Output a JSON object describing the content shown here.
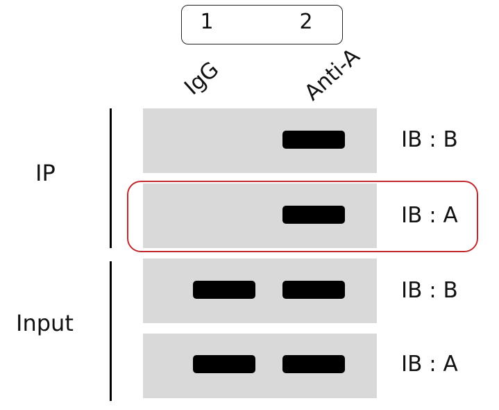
{
  "lanes": {
    "lane1": "1",
    "lane2": "2"
  },
  "columns": {
    "col1": "IgG",
    "col2": "Anti-A"
  },
  "groups": {
    "ip": "IP",
    "input": "Input"
  },
  "rows": [
    {
      "label": "IB : B",
      "lane1_band": false,
      "lane2_band": true
    },
    {
      "label": "IB : A",
      "lane1_band": false,
      "lane2_band": true
    },
    {
      "label": "IB : B",
      "lane1_band": true,
      "lane2_band": true
    },
    {
      "label": "IB : A",
      "lane1_band": true,
      "lane2_band": true
    }
  ],
  "colors": {
    "panel": "#d9d9d9",
    "band": "#000000",
    "highlight": "#c0282d"
  }
}
